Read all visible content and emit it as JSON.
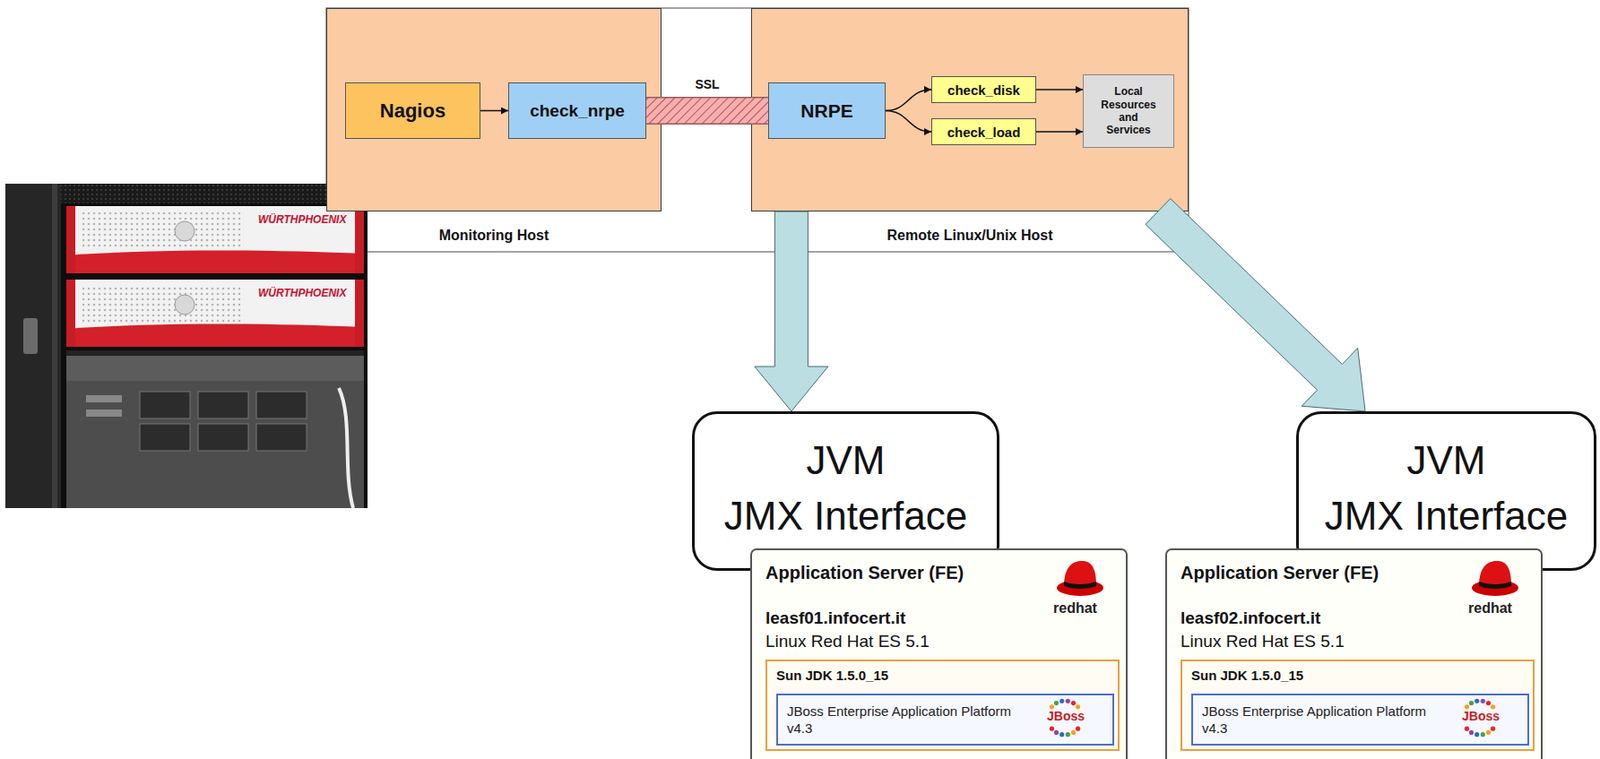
{
  "diagram": {
    "nodes": [
      {
        "text": [
          "Monitoring Host"
        ]
      },
      {
        "text": [
          "Nagios"
        ],
        "in": 0
      },
      {
        "text": [
          "check_nrpe"
        ],
        "in": 0
      },
      {
        "text": [
          "Remote Linux/Unix Host"
        ]
      },
      {
        "text": [
          "NRPE"
        ],
        "in": 3
      },
      {
        "text": [
          "check_disk"
        ],
        "in": 3
      },
      {
        "text": [
          "check_load"
        ],
        "in": 3
      },
      {
        "text": [
          "Local Resources and Services"
        ],
        "in": 3
      },
      {
        "text": [
          "JVM",
          "JMX Interface"
        ]
      },
      {
        "text": [
          "Application Server (FE)",
          "leasf01.infocert.it",
          "Linux Red Hat ES 5.1"
        ]
      },
      {
        "text": [
          "Sun JDK 1.5.0_15"
        ],
        "in": 9
      },
      {
        "text": [
          "JBoss Enterprise Application Platform v4.3"
        ],
        "in": 10
      },
      {
        "text": [
          "JVM",
          "JMX Interface"
        ]
      },
      {
        "text": [
          "Application Server (FE)",
          "leasf02.infocert.it",
          "Linux Red Hat ES 5.1"
        ]
      },
      {
        "text": [
          "Sun JDK 1.5.0_15"
        ],
        "in": 13
      },
      {
        "text": [
          "JBoss Enterprise Application Platform v4.3"
        ],
        "in": 14
      }
    ],
    "edges": [
      {
        "from": 1,
        "to": 2,
        "arrow": "to"
      },
      {
        "from": 2,
        "to": 4,
        "label": "SSL",
        "arrow": "none"
      },
      {
        "from": 4,
        "to": 5,
        "arrow": "to"
      },
      {
        "from": 4,
        "to": 6,
        "arrow": "to"
      },
      {
        "from": 5,
        "to": 7,
        "arrow": "to"
      },
      {
        "from": 6,
        "to": 7,
        "arrow": "to"
      },
      {
        "from": 3,
        "to": 8,
        "arrow": "to"
      },
      {
        "from": 3,
        "to": 12,
        "arrow": "to"
      }
    ],
    "labels": [
      "WÜRTHPHOENIX",
      "WÜRTHPHOENIX",
      "redhat",
      "redhat",
      "JBoss",
      "JBoss"
    ]
  }
}
